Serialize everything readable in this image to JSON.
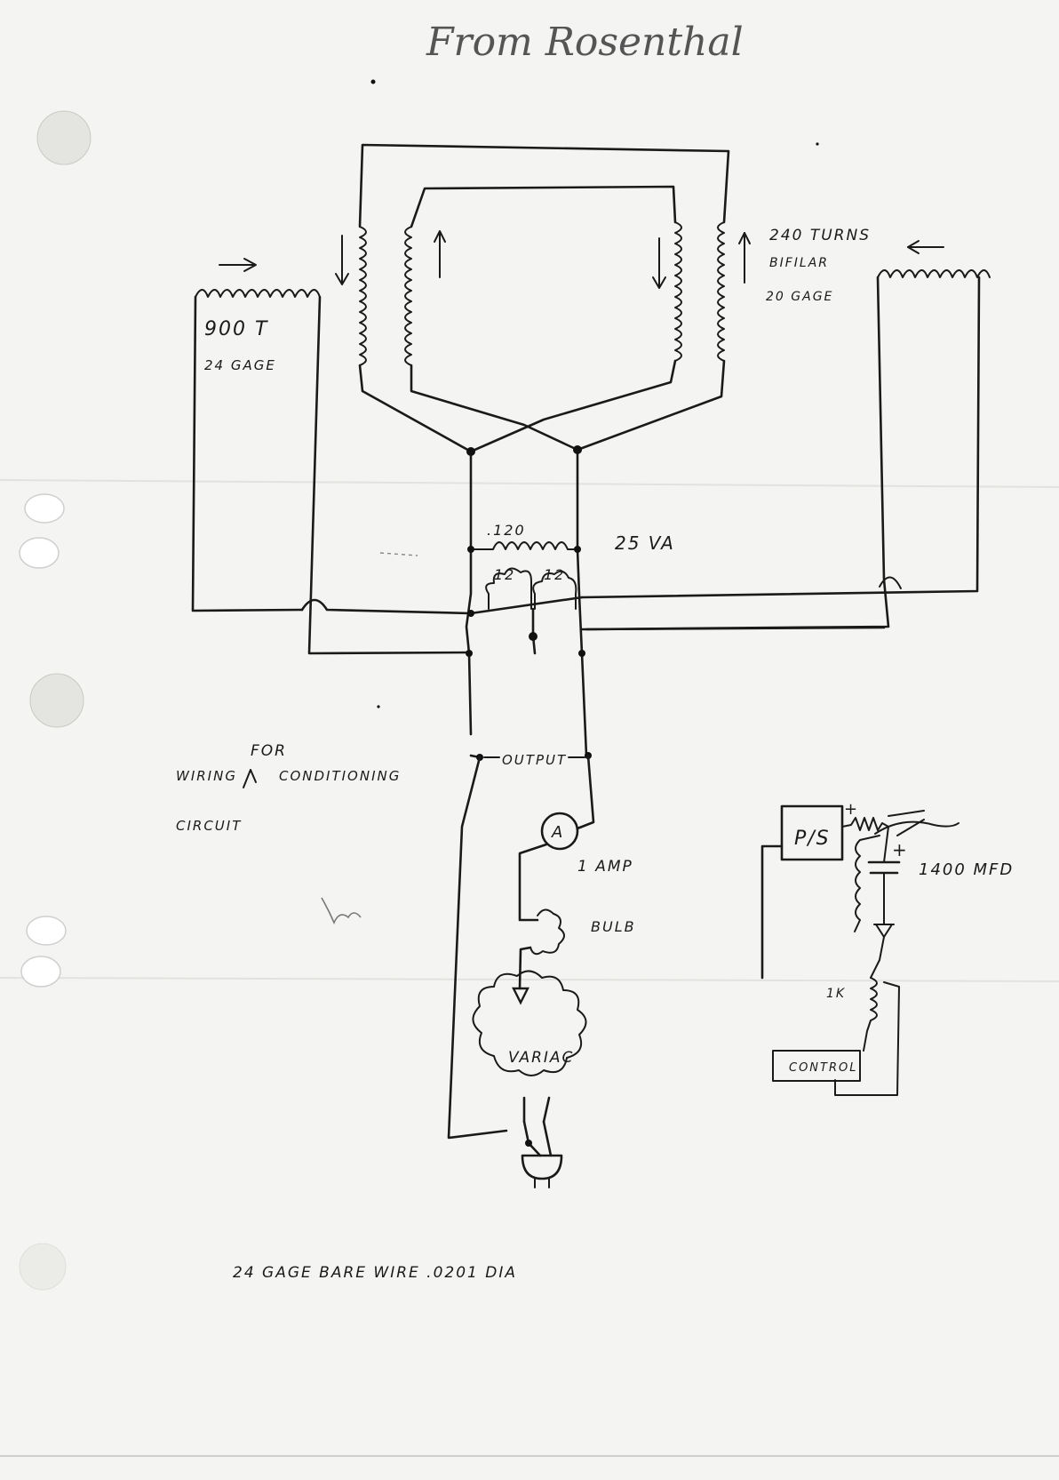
{
  "header": {
    "note": "From Rosenthal"
  },
  "coils": {
    "left_turns": "900 T",
    "left_gage": "24 GAGE",
    "bifilar_turns": "240 TURNS",
    "bifilar_label": "BIFILAR",
    "bifilar_gage": "20 GAGE"
  },
  "transformer": {
    "primary": ".120",
    "secondary_a": "12",
    "secondary_b": "12",
    "rating": "25 VA"
  },
  "output": {
    "label": "OUTPUT"
  },
  "note_block": {
    "line1_a": "WIRING",
    "line1_b": "CONDITIONING",
    "insert": "FOR",
    "line2": "CIRCUIT"
  },
  "meter": {
    "symbol": "A",
    "rating": "1 AMP"
  },
  "bulb": {
    "label": "BULB"
  },
  "varIac": {
    "label": "VARIAC"
  },
  "control_circuit": {
    "ps": "P/S",
    "plus_top": "+",
    "plus_cap": "+",
    "capacitor": "1400 MFD",
    "resistor": "1K",
    "control": "CONTROL"
  },
  "footer": {
    "wire_note": "24 GAGE BARE WIRE  .0201  DIA"
  }
}
